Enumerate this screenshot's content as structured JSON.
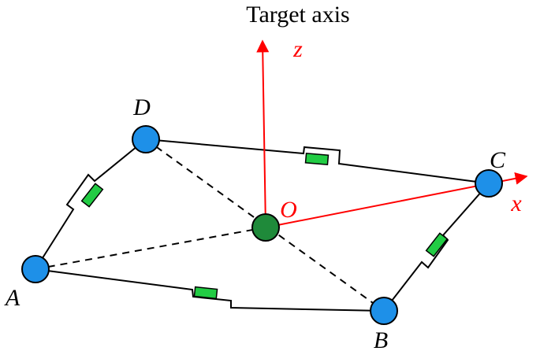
{
  "title": "Target axis",
  "nodes": {
    "A": {
      "label": "A"
    },
    "B": {
      "label": "B"
    },
    "C": {
      "label": "C"
    },
    "D": {
      "label": "D"
    },
    "O": {
      "label": "O"
    }
  },
  "axes": {
    "z": {
      "label": "z"
    },
    "x": {
      "label": "x"
    }
  },
  "colors": {
    "node_fill": "#1e90e8",
    "center_fill": "#1f8a3a",
    "axis": "#ff0000",
    "sensor": "#22cc44",
    "line": "#000000"
  }
}
